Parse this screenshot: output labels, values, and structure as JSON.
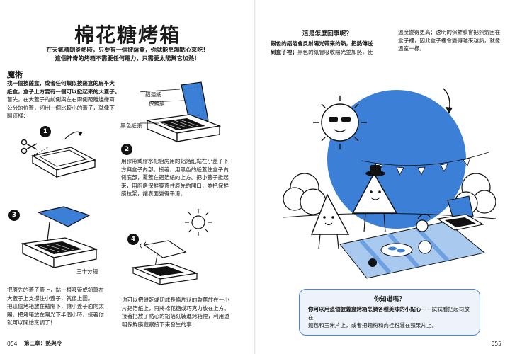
{
  "left": {
    "title": "棉花糖烤箱",
    "subtitle_line1": "在天氣晴朗炎熱時，只要有一個披薩盒，你就能烹調點心來吃！",
    "subtitle_line2": "這個神奇的烤箱不需要任何電力，只需要太陽幫它加熱！",
    "section": "魔術",
    "intro_bold_1": "找一個披薩盒，或者任何類似披薩盒的扁平大",
    "intro_bold_2": "紙盒，盒子上方要有一個可以掀起來的大蓋子。",
    "intro_lines": [
      "首先，在大蓋子的前側與左右兩側距離邊緣兩",
      "公分的位置，切出一個比較小的蓋子，就像下",
      "圖這樣："
    ],
    "labels": {
      "foil": "鋁箔紙",
      "wrap": "保鮮膜",
      "black_paper": "黑色紙張",
      "thirty_min": "三十分鐘"
    },
    "step_numbers": [
      "1",
      "2",
      "3",
      "4"
    ],
    "step2_lines": [
      "用膠帶或膠水把廚房用的鋁箔紙黏在小蓋子下",
      "方與盒子內部。接著，用黑色的紙蓋住盒子內",
      "側底部，覆蓋在鋁箔紙的上方。把小蓋子掀起",
      "來，用廚房保鮮膜蓋住原先的開口，並把保鮮",
      "膜拉緊，讓表面變得平滑。"
    ],
    "step3_lines": [
      "把原先的蓋子蓋上，黏一根吸管或鉛筆在",
      "大蓋子上支撐住小蓋子，就像上圖。",
      "把這個烤箱放在豔陽下，讓小蓋子面向太",
      "陽。把烤箱放在陽光下半個小時，接著你",
      "就可以開始烹調了！"
    ],
    "step4_lines": [
      "你可以把餅乾或切成長條片狀的香蕉放在一小",
      "片鋁箔紙上，再將棉花糖或巧克力放在上方。",
      "接著把放了點心的鋁箔紙裝進烤箱裡，利用透",
      "明保鮮膜觀察接下來發生的事！"
    ],
    "page_number": "054",
    "chapter": "第三章：熱與冷"
  },
  "right": {
    "qa_title": "這是怎麼回事呢？",
    "qa_lines": [
      "銀色的鋁箔會反射陽光帶來的熱，把熱傳送",
      "到盒子裡；黑色的紙會吸收陽光並加熱，使"
    ],
    "qa_bold_1": "銀色的鋁箔會反射陽光帶來的熱，把熱傳送",
    "qa_bold_2": "到盒子裡；",
    "qa_normal_2": "黑色的紙會吸收陽光並加熱，使",
    "qa_cont": [
      "溫度變得更高；透明的保鮮膜會把熱氣困在",
      "盒子裡，因此盒子裡會變得越來越熱，就像",
      "溫室一樣。"
    ],
    "box_title": "你知道嗎？",
    "box_bold": "你可以用這個披薩盒烤箱烹調各種美味的小點心",
    "box_rest_1": "——試試看把起司放在",
    "box_line2": "麵包和玉米片上，或者把麵粉和肉桂粉灑在蘋果片上。",
    "page_number": "055"
  },
  "colors": {
    "accent_blue": "#3b7fd6",
    "box_border": "#4a86d6",
    "box_bg": "#eef3fb"
  }
}
